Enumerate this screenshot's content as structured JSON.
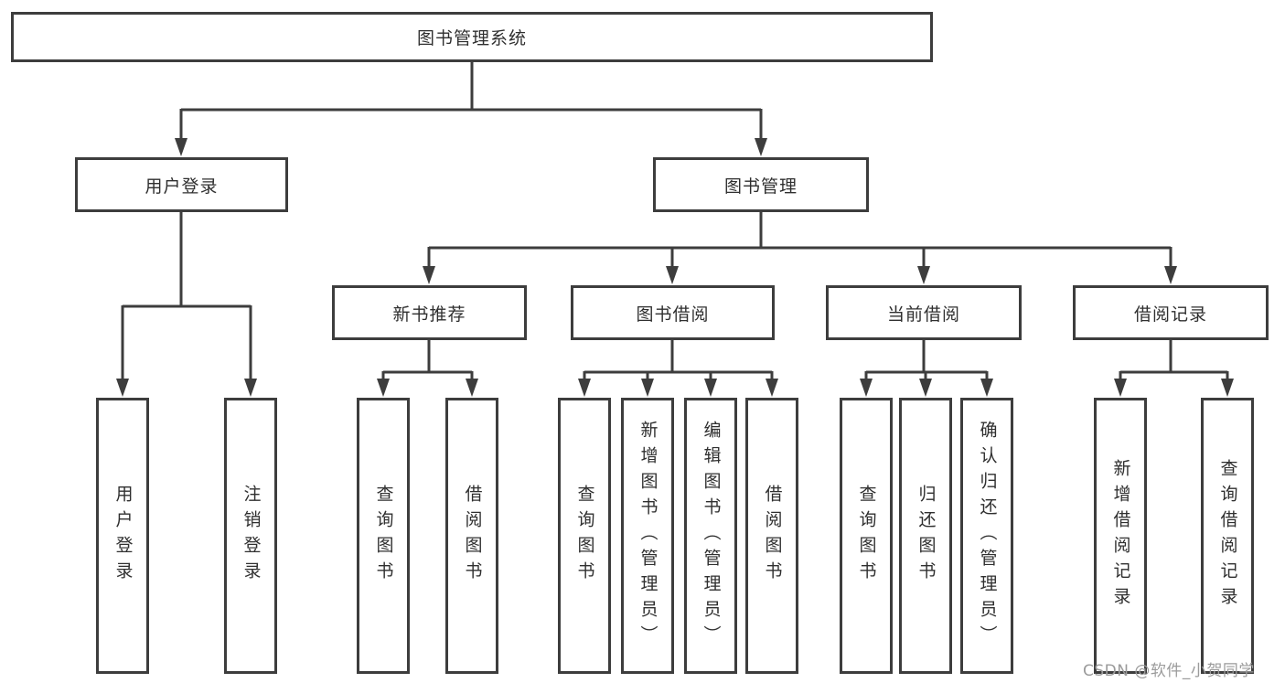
{
  "diagram_type": "functional-structure-tree",
  "colors": {
    "line": "#3d3d3d",
    "text": "#2f2f2f",
    "box_bg": "#ffffff",
    "watermark": "#9b9b9b"
  },
  "tree": {
    "label": "图书管理系统",
    "children": [
      {
        "label": "用户登录",
        "children": [
          {
            "label": "用户登录"
          },
          {
            "label": "注销登录"
          }
        ]
      },
      {
        "label": "图书管理",
        "children": [
          {
            "label": "新书推荐",
            "children": [
              {
                "label": "查询图书"
              },
              {
                "label": "借阅图书"
              }
            ]
          },
          {
            "label": "图书借阅",
            "children": [
              {
                "label": "查询图书"
              },
              {
                "label": "新增图书（管理员）"
              },
              {
                "label": "编辑图书（管理员）"
              },
              {
                "label": "借阅图书"
              }
            ]
          },
          {
            "label": "当前借阅",
            "children": [
              {
                "label": "查询图书"
              },
              {
                "label": "归还图书"
              },
              {
                "label": "确认归还（管理员）"
              }
            ]
          },
          {
            "label": "借阅记录",
            "children": [
              {
                "label": "新增借阅记录"
              },
              {
                "label": "查询借阅记录"
              }
            ]
          }
        ]
      }
    ]
  },
  "watermark": "CSDN @软件_小贺同学"
}
